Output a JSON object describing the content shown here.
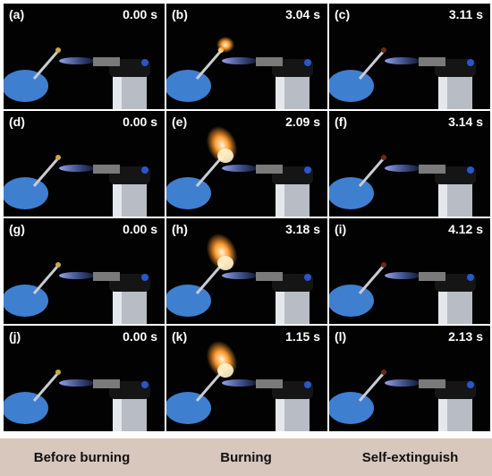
{
  "panels": [
    {
      "label": "(a)",
      "time": "0.00 s",
      "state": "before"
    },
    {
      "label": "(b)",
      "time": "3.04 s",
      "state": "burning-small"
    },
    {
      "label": "(c)",
      "time": "3.11 s",
      "state": "extinguished"
    },
    {
      "label": "(d)",
      "time": "0.00 s",
      "state": "before"
    },
    {
      "label": "(e)",
      "time": "2.09 s",
      "state": "burning-large"
    },
    {
      "label": "(f)",
      "time": "3.14 s",
      "state": "extinguished"
    },
    {
      "label": "(g)",
      "time": "0.00 s",
      "state": "before"
    },
    {
      "label": "(h)",
      "time": "3.18 s",
      "state": "burning-large"
    },
    {
      "label": "(i)",
      "time": "4.12 s",
      "state": "extinguished"
    },
    {
      "label": "(j)",
      "time": "0.00 s",
      "state": "before"
    },
    {
      "label": "(k)",
      "time": "1.15 s",
      "state": "burning-large"
    },
    {
      "label": "(l)",
      "time": "2.13 s",
      "state": "extinguished"
    }
  ],
  "footer": {
    "before": "Before burning",
    "burning": "Burning",
    "self_extinguish": "Self-extinguish"
  },
  "colors": {
    "background": "#020202",
    "glove": "#3f7fd0",
    "torch_flame": "#4e7dff",
    "fire": "#ff9a2e",
    "footer": "#d8c7bd"
  }
}
